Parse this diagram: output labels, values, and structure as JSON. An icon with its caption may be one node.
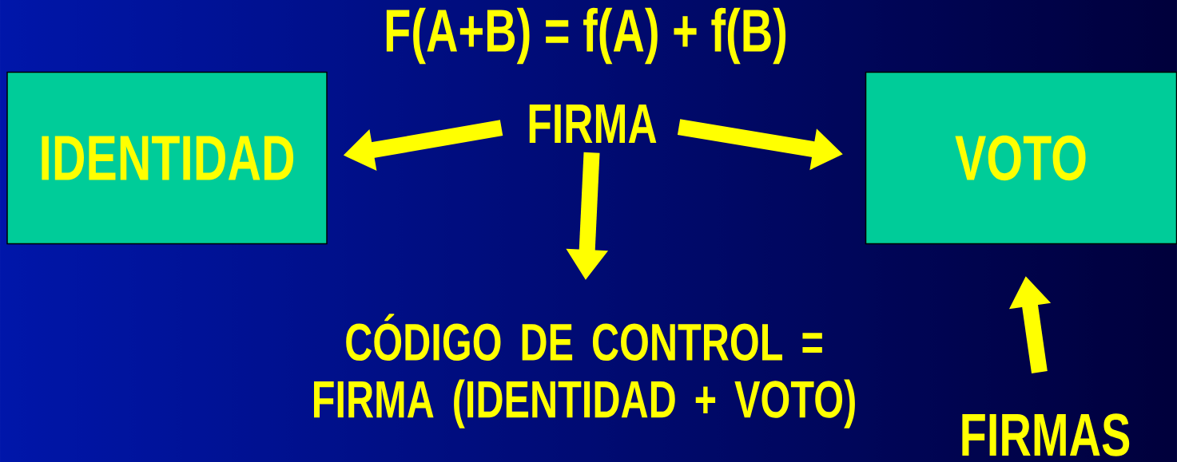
{
  "diagram": {
    "title": "F(A+B) = f(A) + f(B)",
    "nodes": [
      {
        "text": [
          "IDENTIDAD"
        ]
      },
      {
        "text": [
          "FIRMA"
        ]
      },
      {
        "text": [
          "VOTO"
        ]
      },
      {
        "text": [
          "CÓDIGO DE CONTROL = FIRMA (IDENTIDAD + VOTO)"
        ]
      },
      {
        "text": [
          "FIRMAS"
        ]
      }
    ],
    "edges": [
      {
        "from": 1,
        "to": 0,
        "arrow": "to"
      },
      {
        "from": 1,
        "to": 2,
        "arrow": "to"
      },
      {
        "from": 1,
        "to": 3,
        "arrow": "to"
      },
      {
        "from": 4,
        "to": 2,
        "arrow": "to"
      }
    ]
  }
}
